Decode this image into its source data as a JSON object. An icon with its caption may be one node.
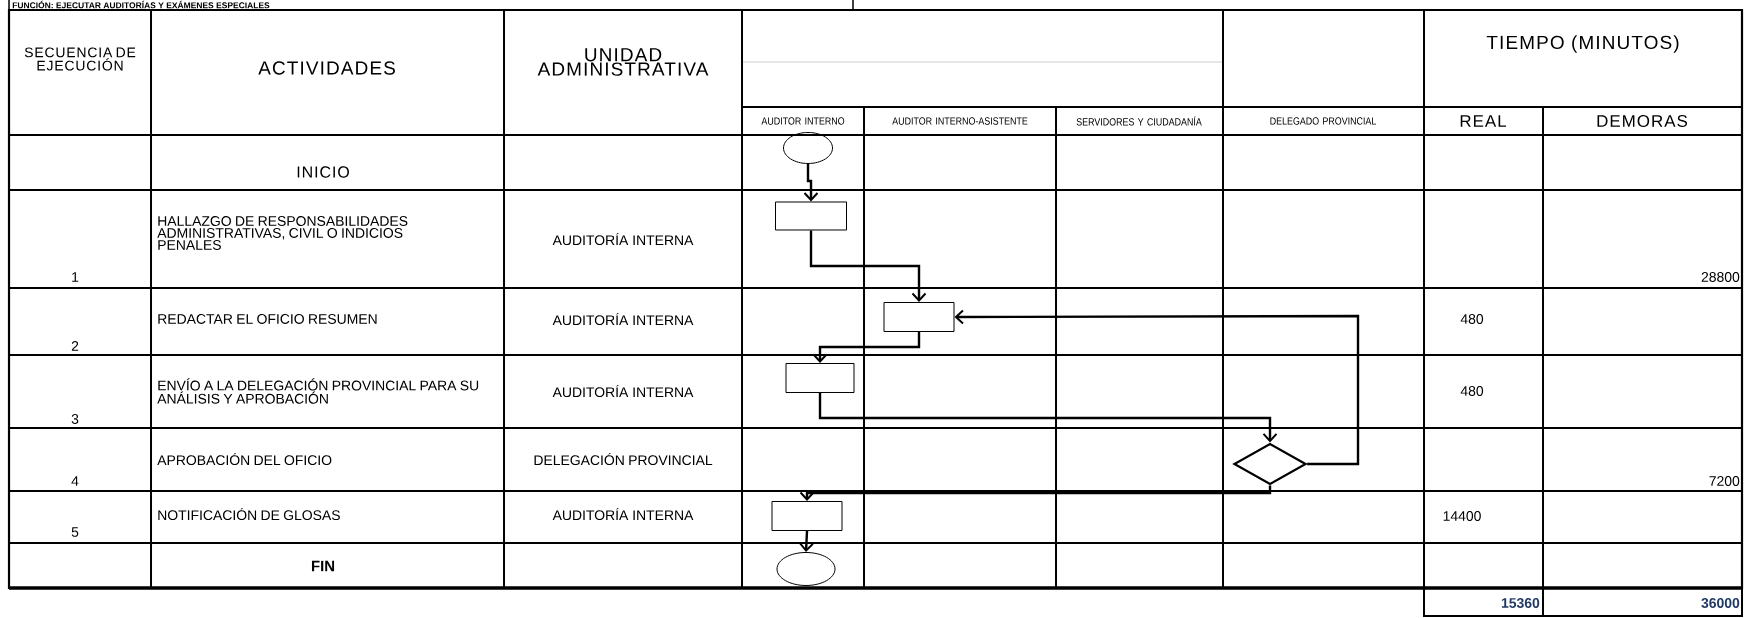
{
  "diagram": {
    "title": "FUNCIÓN: EJECUTAR AUDITORÍAS Y EXÁMENES ESPECIALES",
    "nodes": [
      {
        "text": [],
        "shape": "ellipse"
      },
      {
        "text": [],
        "shape": "box"
      },
      {
        "text": [],
        "shape": "box"
      },
      {
        "text": [],
        "shape": "box"
      },
      {
        "text": [],
        "shape": "diamond"
      },
      {
        "text": [],
        "shape": "box"
      },
      {
        "text": [],
        "shape": "ellipse"
      }
    ],
    "edges": [
      {
        "from": 0,
        "to": 1,
        "arrow": "to"
      },
      {
        "from": 1,
        "to": 2,
        "arrow": "to"
      },
      {
        "from": 2,
        "to": 3,
        "arrow": "to"
      },
      {
        "from": 3,
        "to": 4,
        "arrow": "to"
      },
      {
        "from": 4,
        "to": 2,
        "arrow": "to"
      },
      {
        "from": 4,
        "to": 5,
        "arrow": "to"
      },
      {
        "from": 5,
        "to": 6,
        "arrow": "to"
      }
    ],
    "labels": [
      "SECUENCIA DE EJECUCIÓN",
      "ACTIVIDADES",
      "UNIDAD ADMINISTRATIVA",
      "TIEMPO (MINUTOS)",
      "AUDITOR INTERNO",
      "AUDITOR INTERNO-ASISTENTE",
      "SERVIDORES Y CIUDADANÍA",
      "DELEGADO PROVINCIAL",
      "REAL",
      "DEMORAS",
      "INICIO",
      "1",
      "HALLAZGO DE RESPONSABILIDADES ADMINISTRATIVAS, CIVIL O INDICIOS PENALES",
      "AUDITORÍA INTERNA",
      "28800",
      "2",
      "REDACTAR EL OFICIO RESUMEN",
      "AUDITORÍA INTERNA",
      "480",
      "3",
      "ENVÍO A LA DELEGACIÓN PROVINCIAL PARA SU ANÁLISIS Y APROBACIÓN",
      "AUDITORÍA INTERNA",
      "480",
      "4",
      "APROBACIÓN DEL OFICIO",
      "DELEGACIÓN PROVINCIAL",
      "7200",
      "5",
      "NOTIFICACIÓN DE GLOSAS",
      "AUDITORÍA INTERNA",
      "14400",
      "FIN",
      "15360",
      "36000"
    ]
  }
}
